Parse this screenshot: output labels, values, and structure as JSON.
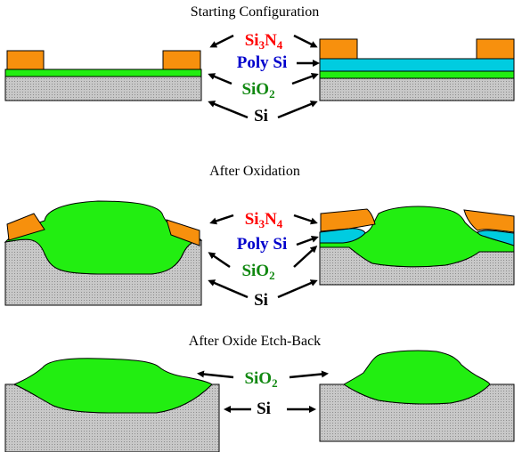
{
  "titles": {
    "start": "Starting Configuration",
    "oxidation": "After Oxidation",
    "etchback": "After Oxide Etch-Back"
  },
  "labels": {
    "si3n4": {
      "a": "Si",
      "b": "3",
      "c": "N",
      "d": "4"
    },
    "poly_si": "Poly Si",
    "sio2": {
      "a": "SiO",
      "b": "2"
    },
    "si": "Si"
  },
  "colors": {
    "nitride": "#f7900d",
    "poly": "#00cce0",
    "oxide": "#22ee11",
    "silicon": "#c8c8c8",
    "nitride_label": "#ff0000",
    "poly_label": "#0000cc",
    "oxide_label": "#118811",
    "si_label": "#000000"
  }
}
